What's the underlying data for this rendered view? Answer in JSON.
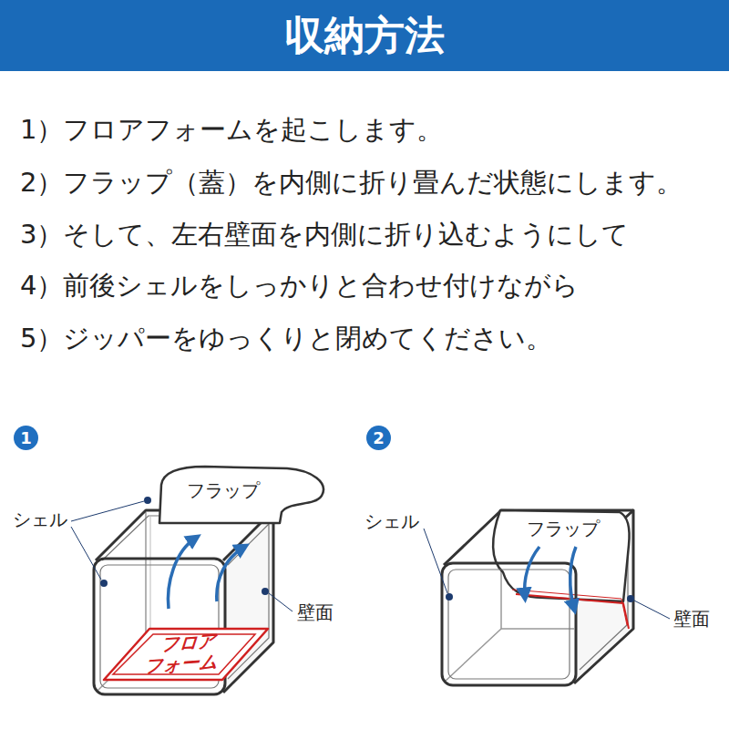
{
  "diagram": {
    "title": "収納方法",
    "nodes": [
      {
        "text": [
          "フラップ"
        ]
      },
      {
        "text": [
          "フロア フォーム"
        ]
      }
    ],
    "labels": [
      "1）フロアフォームを起こします。",
      "2）フラップ（蓋）を内側に折り畳んだ状態にします。",
      "3）そして、左右壁面を内側に折り込むようにして",
      "4）前後シェルをしっかりと合わせ付けながら",
      "5）ジッパーをゆっくりと閉めてください。",
      "1",
      "シェル",
      "壁面",
      "2",
      "シェル",
      "フラップ",
      "壁面"
    ]
  }
}
